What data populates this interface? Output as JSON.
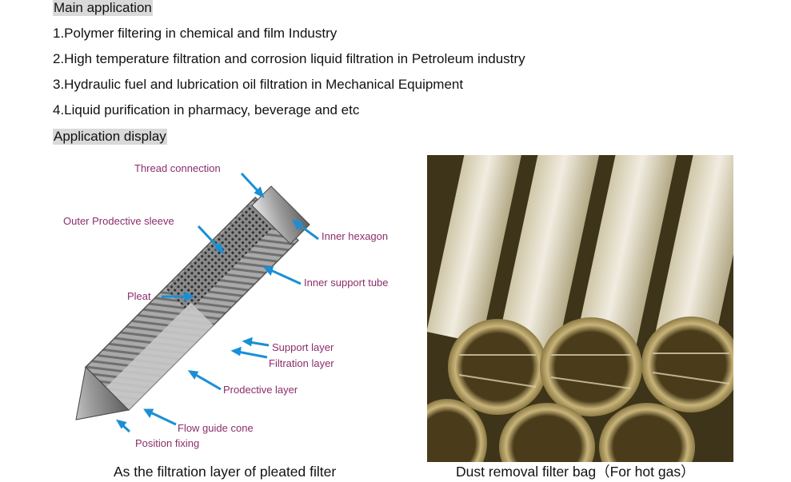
{
  "headings": {
    "main_application": "Main application",
    "application_display": "Application display"
  },
  "applications": [
    "1.Polymer filtering in chemical and film Industry",
    "2.High temperature filtration and corrosion liquid filtration in Petroleum industry",
    "3.Hydraulic fuel and lubrication oil filtration in Mechanical Equipment",
    "4.Liquid purification in pharmacy, beverage and etc"
  ],
  "diagram": {
    "labels": {
      "thread_connection": "Thread connection",
      "outer_protective_sleeve": "Outer Prodective sleeve",
      "inner_hexagon": "Inner hexagon",
      "inner_support_tube": "Inner support tube",
      "pleat": "Pleat",
      "support_layer": "Support layer",
      "filtration_layer": "Filtration layer",
      "protective_layer": "Prodective layer",
      "flow_guide_cone": "Flow guide cone",
      "position_fixing": "Position fixing"
    },
    "label_color": "#8a2e6a",
    "arrow_color": "#1a8fd6"
  },
  "captions": {
    "left": "As the filtration layer of pleated filter",
    "right": "Dust removal filter bag（For hot gas）"
  }
}
